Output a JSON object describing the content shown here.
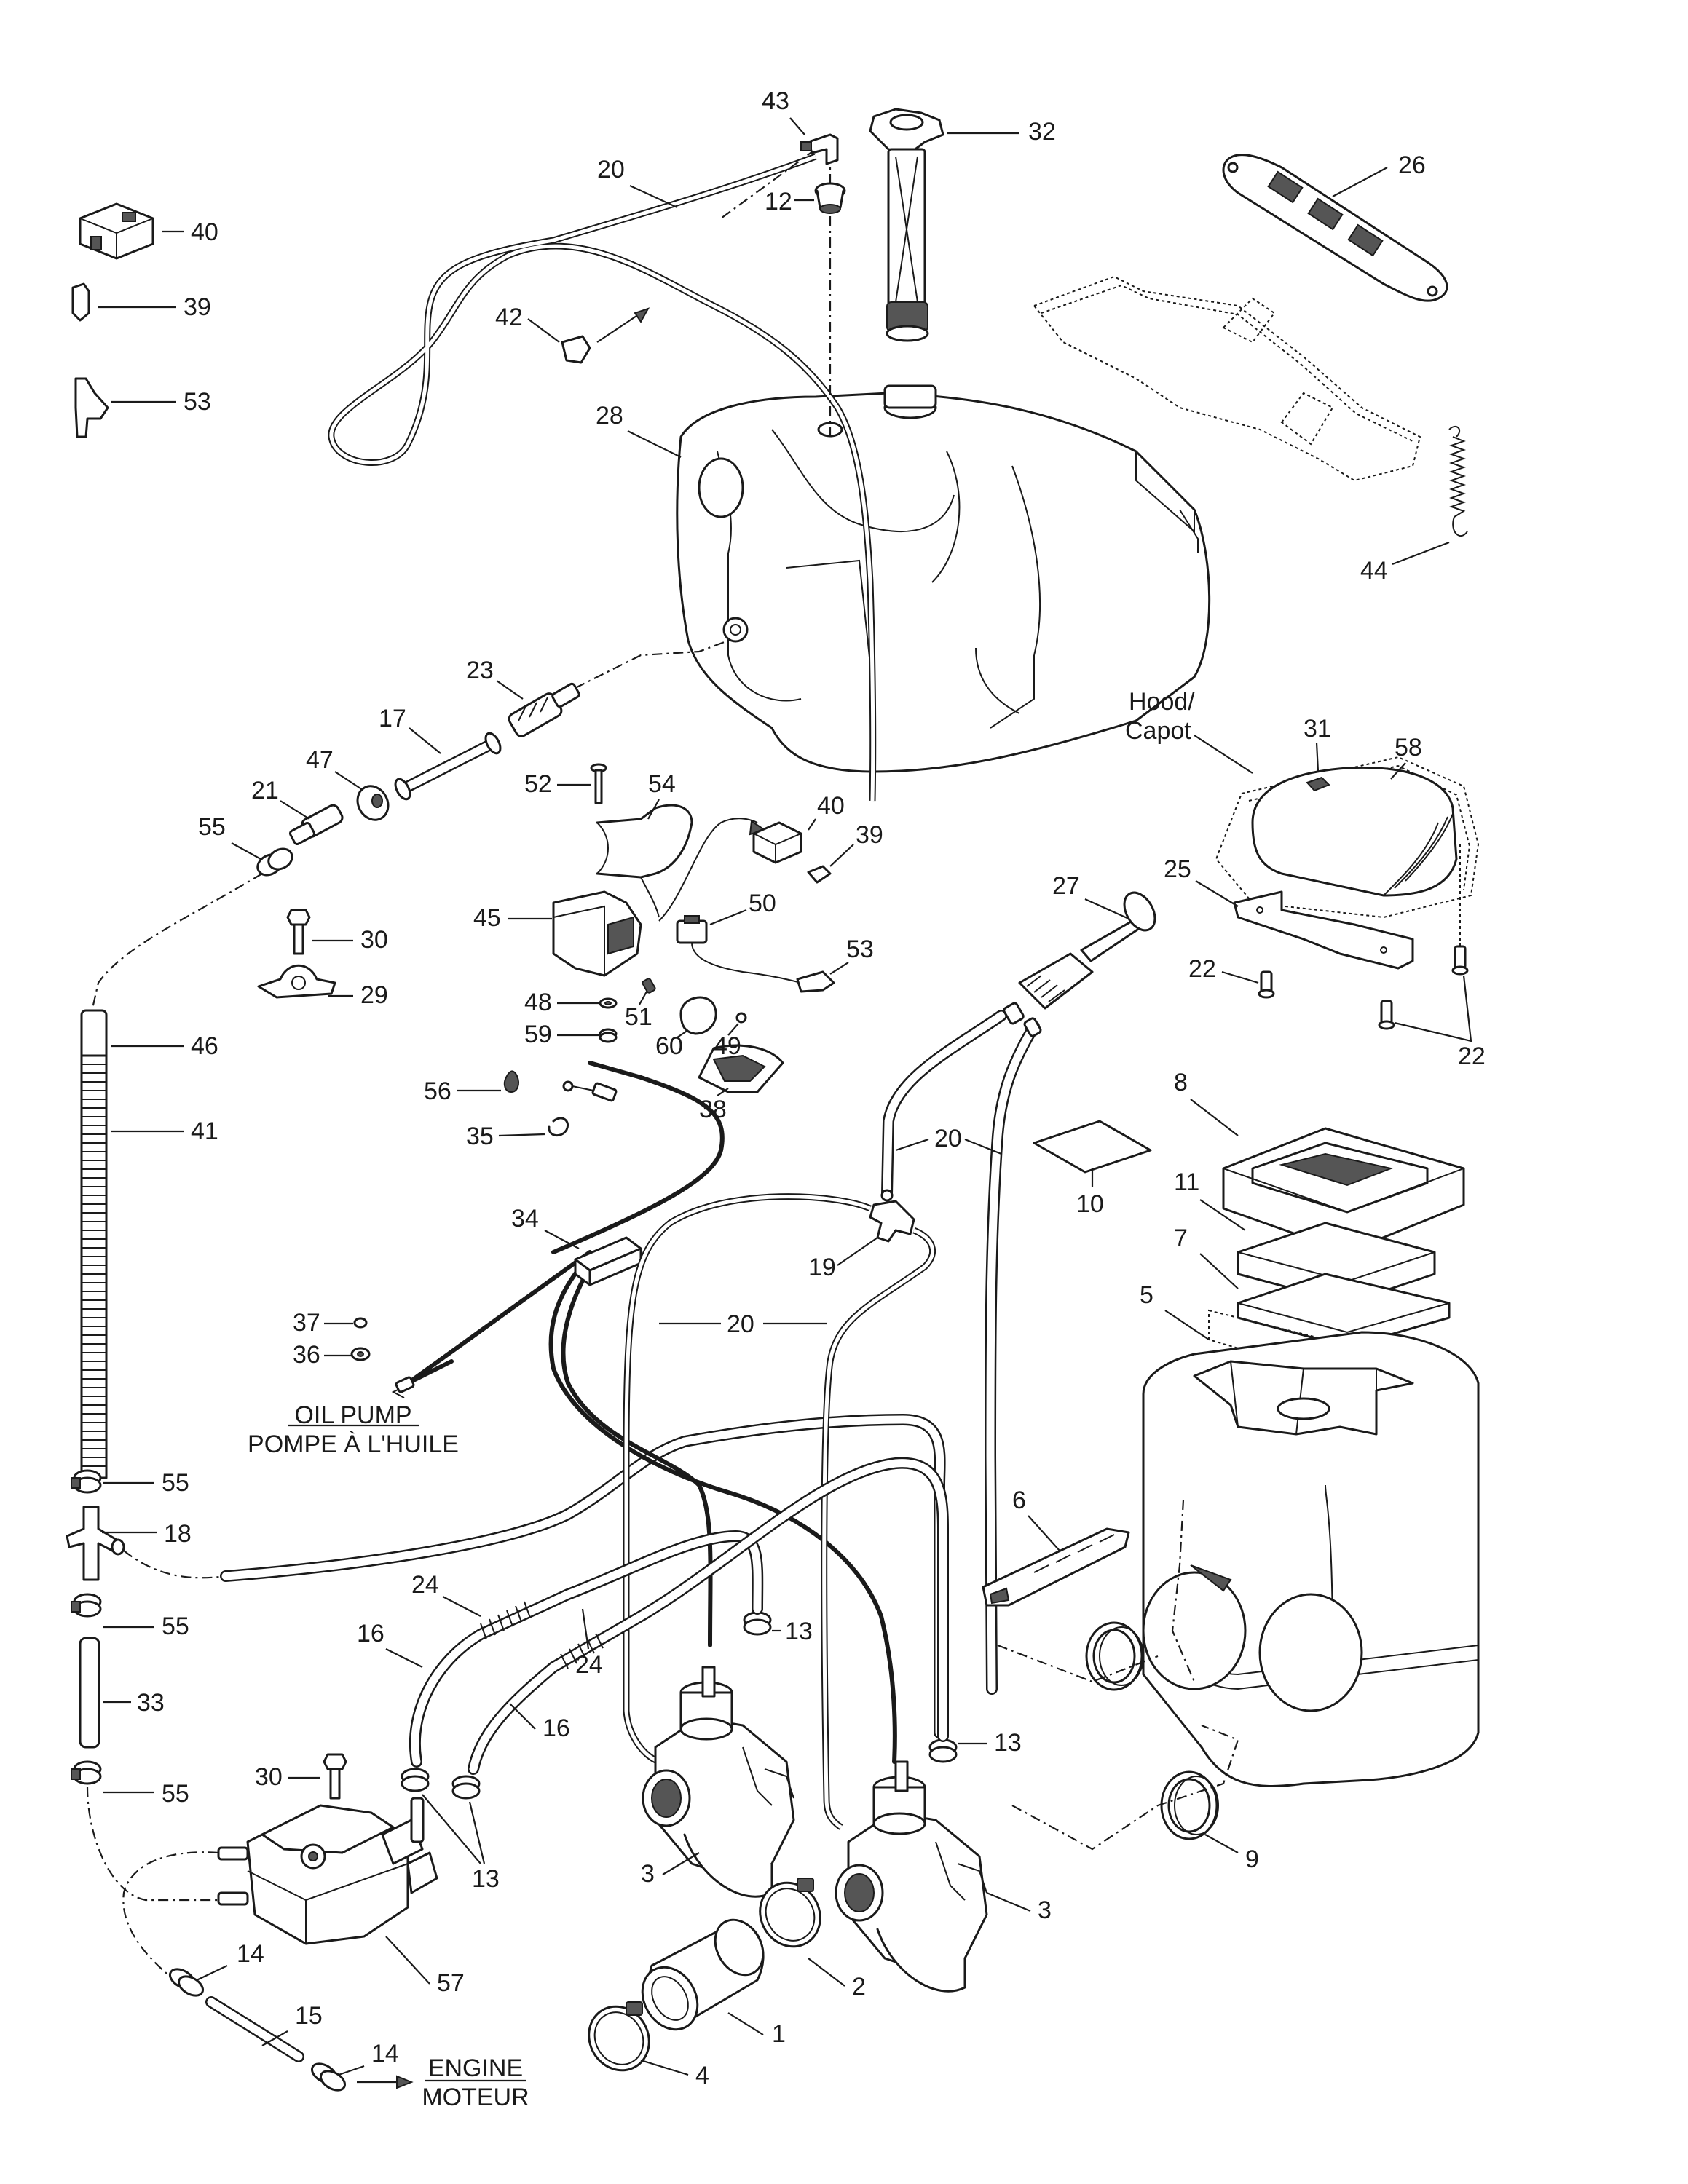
{
  "diagram": {
    "callouts": [
      {
        "id": "c43",
        "label": "43"
      },
      {
        "id": "c32",
        "label": "32"
      },
      {
        "id": "c20a",
        "label": "20"
      },
      {
        "id": "c12",
        "label": "12"
      },
      {
        "id": "c26",
        "label": "26"
      },
      {
        "id": "c40a",
        "label": "40"
      },
      {
        "id": "c39a",
        "label": "39"
      },
      {
        "id": "c42",
        "label": "42"
      },
      {
        "id": "c53a",
        "label": "53"
      },
      {
        "id": "c28",
        "label": "28"
      },
      {
        "id": "c44",
        "label": "44"
      },
      {
        "id": "c23",
        "label": "23"
      },
      {
        "id": "c17",
        "label": "17"
      },
      {
        "id": "c47",
        "label": "47"
      },
      {
        "id": "c21",
        "label": "21"
      },
      {
        "id": "c55a",
        "label": "55"
      },
      {
        "id": "c52",
        "label": "52"
      },
      {
        "id": "c54",
        "label": "54"
      },
      {
        "id": "c40b",
        "label": "40"
      },
      {
        "id": "c39b",
        "label": "39"
      },
      {
        "id": "c31",
        "label": "31"
      },
      {
        "id": "c58",
        "label": "58"
      },
      {
        "id": "c25",
        "label": "25"
      },
      {
        "id": "c30a",
        "label": "30"
      },
      {
        "id": "c45",
        "label": "45"
      },
      {
        "id": "c50",
        "label": "50"
      },
      {
        "id": "c53b",
        "label": "53"
      },
      {
        "id": "c27",
        "label": "27"
      },
      {
        "id": "c29",
        "label": "29"
      },
      {
        "id": "c22a",
        "label": "22"
      },
      {
        "id": "c48",
        "label": "48"
      },
      {
        "id": "c51",
        "label": "51"
      },
      {
        "id": "c59",
        "label": "59"
      },
      {
        "id": "c60",
        "label": "60"
      },
      {
        "id": "c49",
        "label": "49"
      },
      {
        "id": "c22b",
        "label": "22"
      },
      {
        "id": "c46",
        "label": "46"
      },
      {
        "id": "c38",
        "label": "38"
      },
      {
        "id": "c8",
        "label": "8"
      },
      {
        "id": "c56",
        "label": "56"
      },
      {
        "id": "c41",
        "label": "41"
      },
      {
        "id": "c35",
        "label": "35"
      },
      {
        "id": "c20b",
        "label": "20"
      },
      {
        "id": "c10",
        "label": "10"
      },
      {
        "id": "c11",
        "label": "11"
      },
      {
        "id": "c34",
        "label": "34"
      },
      {
        "id": "c19",
        "label": "19"
      },
      {
        "id": "c7",
        "label": "7"
      },
      {
        "id": "c5",
        "label": "5"
      },
      {
        "id": "c20c",
        "label": "20"
      },
      {
        "id": "c37",
        "label": "37"
      },
      {
        "id": "c36",
        "label": "36"
      },
      {
        "id": "c55b",
        "label": "55"
      },
      {
        "id": "c18",
        "label": "18"
      },
      {
        "id": "c6",
        "label": "6"
      },
      {
        "id": "c24a",
        "label": "24"
      },
      {
        "id": "c55c",
        "label": "55"
      },
      {
        "id": "c16a",
        "label": "16"
      },
      {
        "id": "c13a",
        "label": "13"
      },
      {
        "id": "c24b",
        "label": "24"
      },
      {
        "id": "c33",
        "label": "33"
      },
      {
        "id": "c16b",
        "label": "16"
      },
      {
        "id": "c13b",
        "label": "13"
      },
      {
        "id": "c30b",
        "label": "30"
      },
      {
        "id": "c55d",
        "label": "55"
      },
      {
        "id": "c13c",
        "label": "13"
      },
      {
        "id": "c9",
        "label": "9"
      },
      {
        "id": "c3a",
        "label": "3"
      },
      {
        "id": "c3b",
        "label": "3"
      },
      {
        "id": "c57",
        "label": "57"
      },
      {
        "id": "c14a",
        "label": "14"
      },
      {
        "id": "c2",
        "label": "2"
      },
      {
        "id": "c15",
        "label": "15"
      },
      {
        "id": "c1",
        "label": "1"
      },
      {
        "id": "c14b",
        "label": "14"
      },
      {
        "id": "c4",
        "label": "4"
      }
    ],
    "notes": {
      "hood_line1": "Hood/",
      "hood_line2": "Capot",
      "oil_pump_line1": "OIL PUMP",
      "oil_pump_line2": "POMPE À L'HUILE",
      "engine_line1": "ENGINE",
      "engine_line2": "MOTEUR"
    }
  }
}
